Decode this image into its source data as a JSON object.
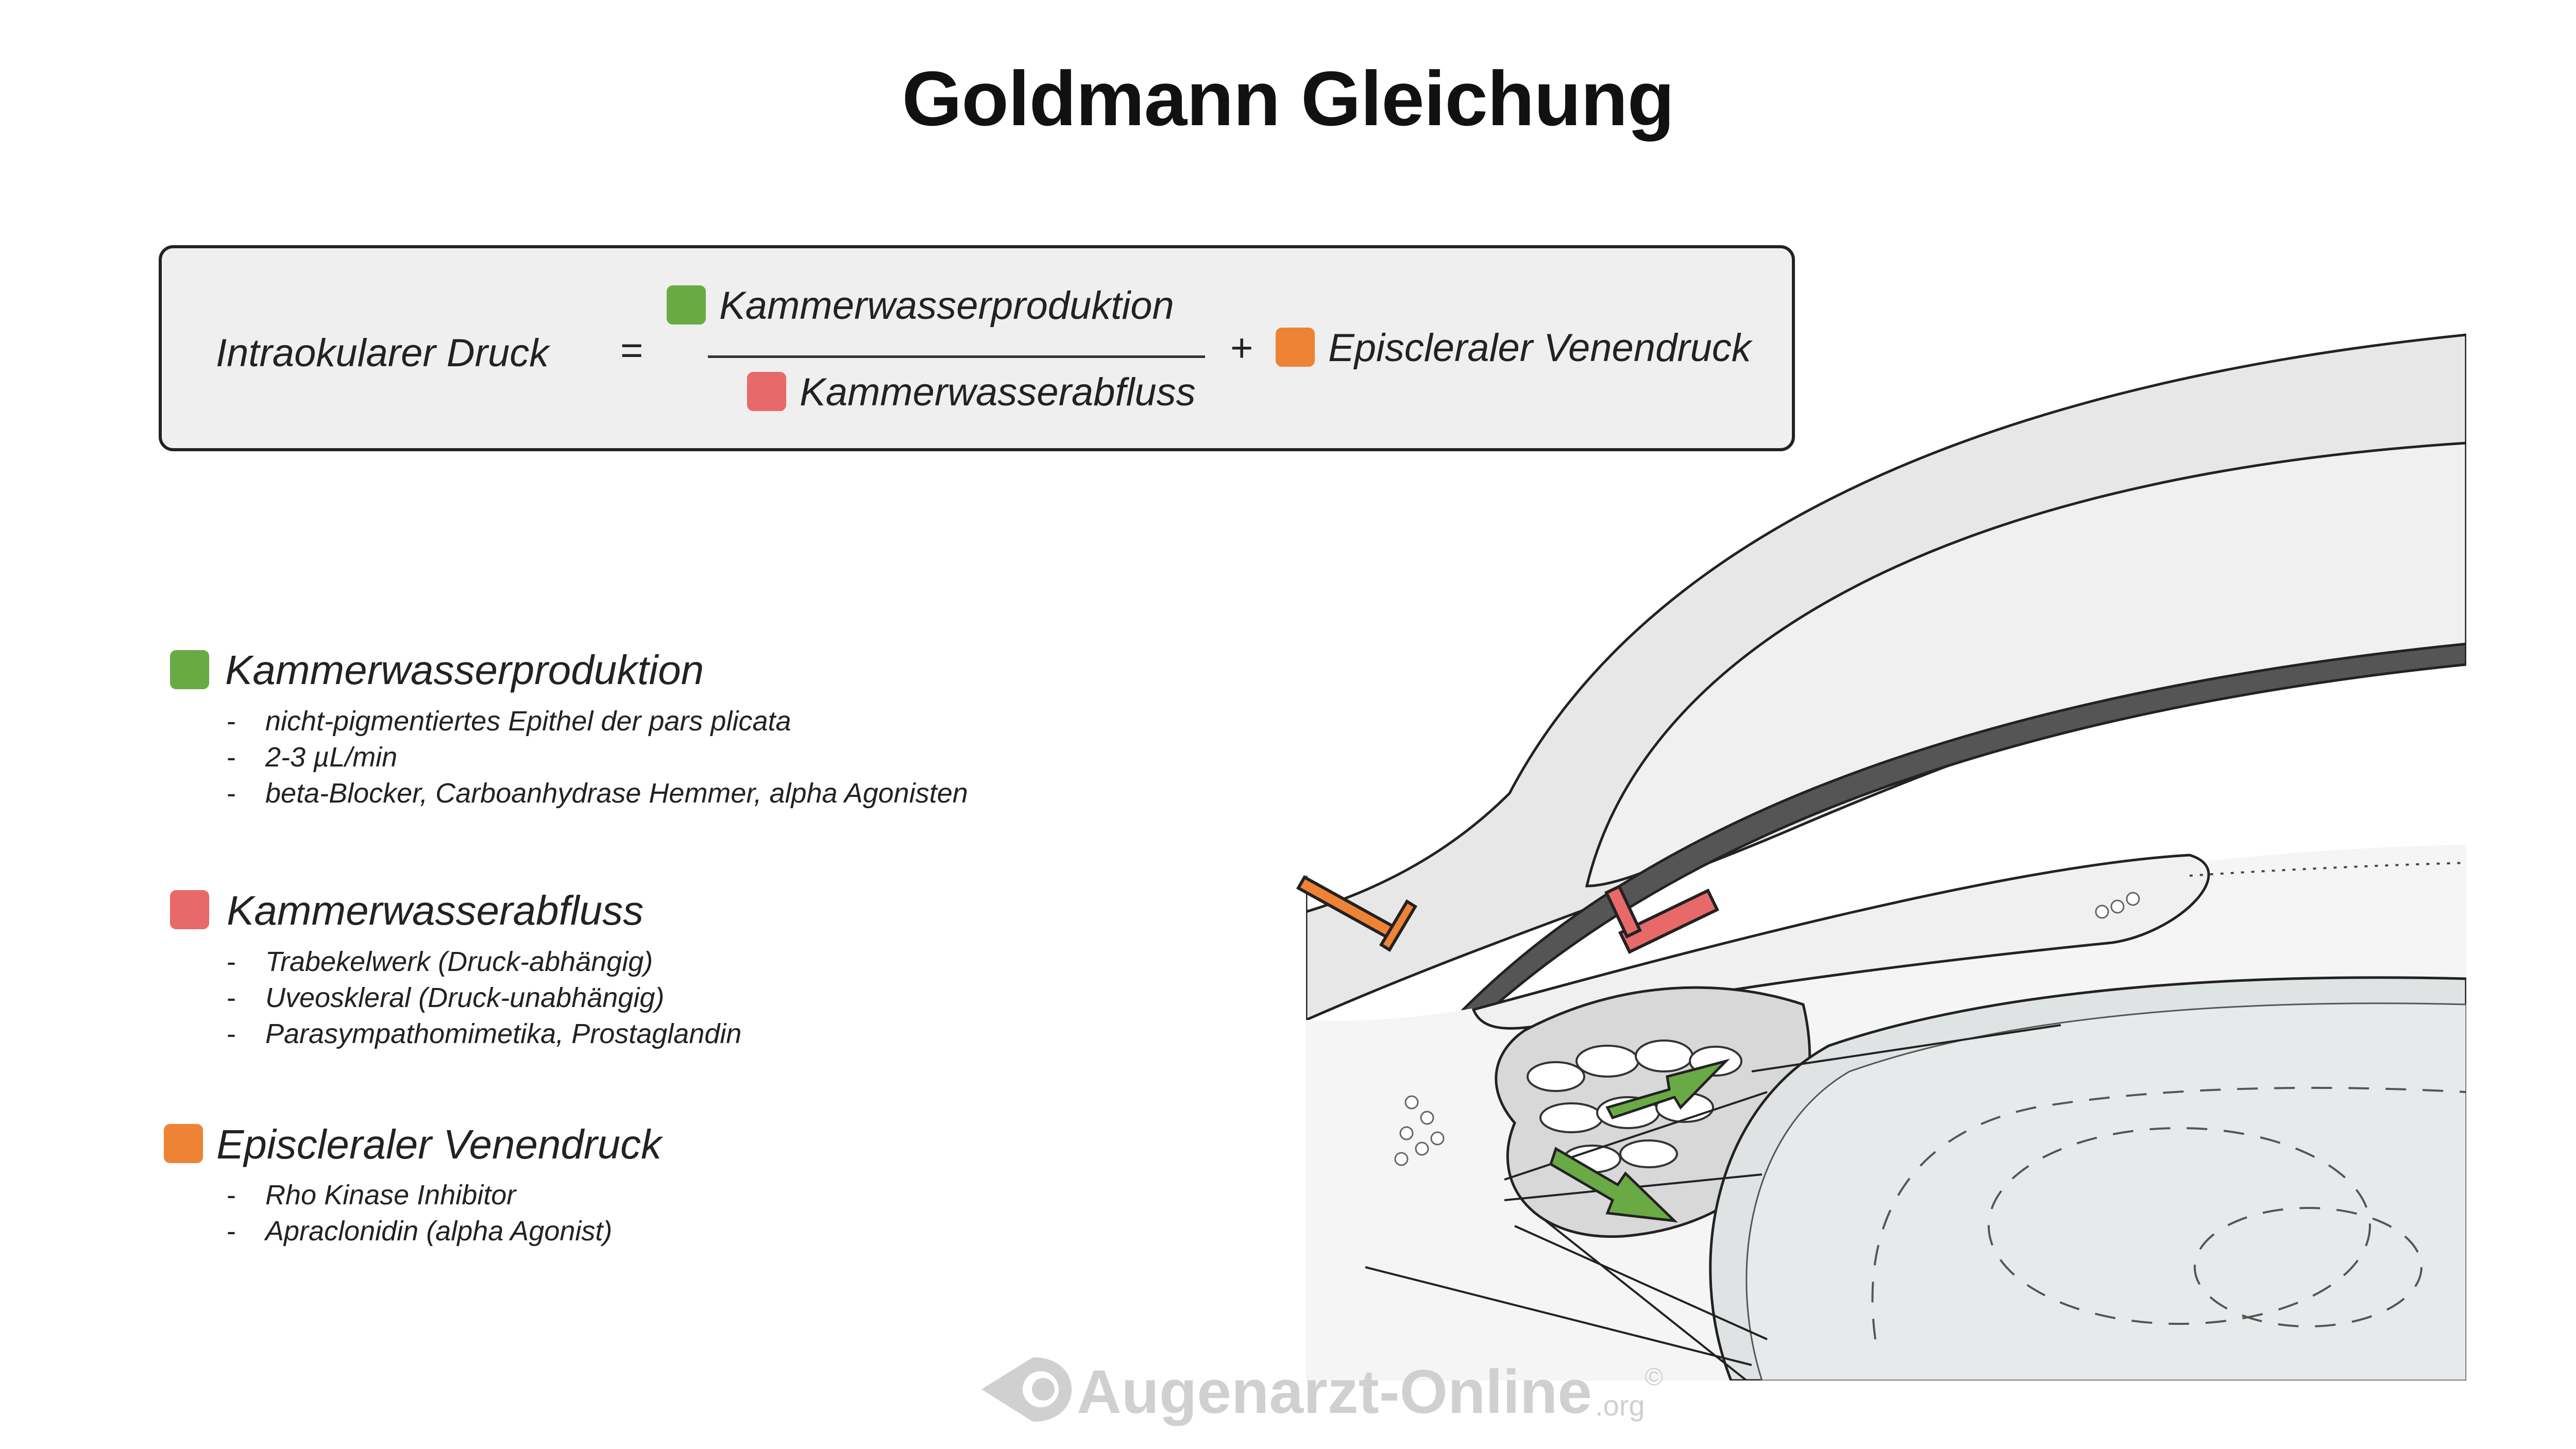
{
  "title": "Goldmann Gleichung",
  "colors": {
    "production": "#6aaa45",
    "outflow": "#e8696a",
    "venous": "#ee8336",
    "box_fill": "#efefef"
  },
  "formula": {
    "lhs": "Intraokularer Druck",
    "equals": "=",
    "numerator": "Kammerwasserproduktion",
    "denominator": "Kammerwasserabfluss",
    "plus": "+",
    "addend": "Episcleraler Venendruck"
  },
  "legend": [
    {
      "title": "Kammerwasserproduktion",
      "items": [
        "nicht-pigmentiertes Epithel der pars plicata",
        "2-3 µL/min",
        "beta-Blocker, Carboanhydrase Hemmer,  alpha Agonisten"
      ]
    },
    {
      "title": "Kammerwasserabfluss",
      "items": [
        "Trabekelwerk (Druck-abhängig)",
        "Uveoskleral  (Druck-unabhängig)",
        "Parasympathomimetika, Prostaglandin"
      ]
    },
    {
      "title": "Episcleraler Venendruck",
      "items": [
        "Rho Kinase Inhibitor",
        "Apraclonidin (alpha Agonist)"
      ]
    }
  ],
  "watermark": {
    "brand": "Augenarzt-Online",
    "suffix": ".org",
    "copyright": "©"
  }
}
